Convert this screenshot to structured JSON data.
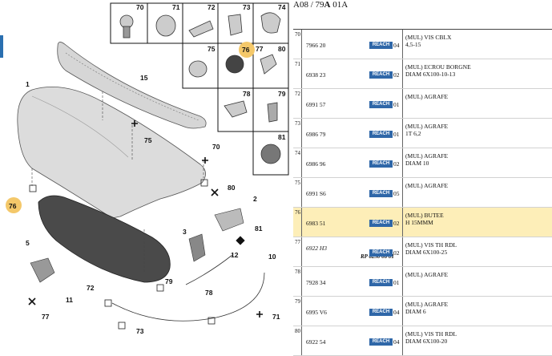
{
  "header": {
    "code_prefix": "A08 / 79",
    "code_bold": "A",
    "code_suffix": " 01A"
  },
  "diagram": {
    "labels": [
      "70",
      "71",
      "72",
      "73",
      "74",
      "75",
      "76",
      "77",
      "80",
      "78",
      "79",
      "81",
      "1",
      "15",
      "75",
      "70",
      "76",
      "80",
      "2",
      "5",
      "81",
      "3",
      "12",
      "10",
      "11",
      "79",
      "72",
      "78",
      "77",
      "73",
      "71"
    ]
  },
  "parts": [
    {
      "num": "70",
      "ref": "7966 20",
      "reach": "REACH",
      "qty": "04",
      "desc1": "(MUL) VIS CBLX",
      "desc2": "4,5-15",
      "alt": "",
      "italic": false,
      "selected": false
    },
    {
      "num": "71",
      "ref": "6938 23",
      "reach": "REACH",
      "qty": "02",
      "desc1": "(MUL) ECROU BORGNE",
      "desc2": "DIAM 6X100-10-13",
      "alt": "",
      "italic": false,
      "selected": false
    },
    {
      "num": "72",
      "ref": "6991 57",
      "reach": "REACH",
      "qty": "01",
      "desc1": "(MUL) AGRAFE",
      "desc2": "",
      "alt": "",
      "italic": false,
      "selected": false
    },
    {
      "num": "73",
      "ref": "6986 79",
      "reach": "REACH",
      "qty": "01",
      "desc1": "(MUL) AGRAFE",
      "desc2": "1T 6,2",
      "alt": "",
      "italic": false,
      "selected": false
    },
    {
      "num": "74",
      "ref": "6986 96",
      "reach": "REACH",
      "qty": "02",
      "desc1": "(MUL) AGRAFE",
      "desc2": "DIAM 10",
      "alt": "",
      "italic": false,
      "selected": false
    },
    {
      "num": "75",
      "ref": "6991 S6",
      "reach": "REACH",
      "qty": "05",
      "desc1": "(MUL) AGRAFE",
      "desc2": "",
      "alt": "",
      "italic": false,
      "selected": false
    },
    {
      "num": "76",
      "ref": "6983 51",
      "reach": "REACH",
      "qty": "02",
      "desc1": "(MUL) BUTEE",
      "desc2": "H 15MMM",
      "alt": "",
      "italic": false,
      "selected": true
    },
    {
      "num": "77",
      "ref": "6922 H3",
      "reach": "REACH",
      "qty": "02",
      "desc1": "(MUL) VIS TH RDL",
      "desc2": "DIAM 6X100-25",
      "alt": "RP 6230 06 01",
      "italic": true,
      "selected": false
    },
    {
      "num": "78",
      "ref": "7928 34",
      "reach": "REACH",
      "qty": "01",
      "desc1": "(MUL) AGRAFE",
      "desc2": "",
      "alt": "",
      "italic": false,
      "selected": false
    },
    {
      "num": "79",
      "ref": "6995 V6",
      "reach": "REACH",
      "qty": "04",
      "desc1": "(MUL) AGRAFE",
      "desc2": "DIAM 6",
      "alt": "",
      "italic": false,
      "selected": false
    },
    {
      "num": "80",
      "ref": "6922 54",
      "reach": "REACH",
      "qty": "04",
      "desc1": "(MUL) VIS TH RDL",
      "desc2": "DIAM 6X100-20",
      "alt": "",
      "italic": false,
      "selected": false
    }
  ]
}
